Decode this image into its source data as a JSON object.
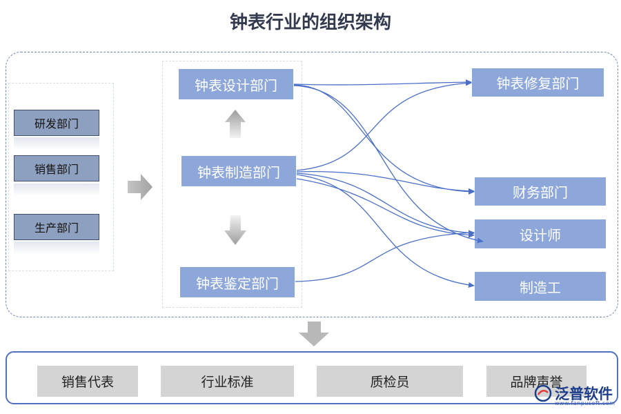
{
  "title": "钟表行业的组织架构",
  "left_departments": [
    "研发部门",
    "销售部门",
    "生产部门"
  ],
  "middle": {
    "top": "钟表设计部门",
    "center": "钟表制造部门",
    "bottom": "钟表鉴定部门"
  },
  "right": {
    "repair": "钟表修复部门",
    "finance": "财务部门",
    "designer": "设计师",
    "maker": "制造工"
  },
  "bottom_items": [
    "销售代表",
    "行业标准",
    "质检员",
    "品牌声誉"
  ],
  "watermark": {
    "name": "泛普软件",
    "url": "www.fanpusoft.com"
  },
  "colors": {
    "box_blue": "#8ea7db",
    "connector": "#4a6fc8",
    "dept_fill": "#8ea0bf",
    "arrow_gray": "#a9a9a9"
  }
}
